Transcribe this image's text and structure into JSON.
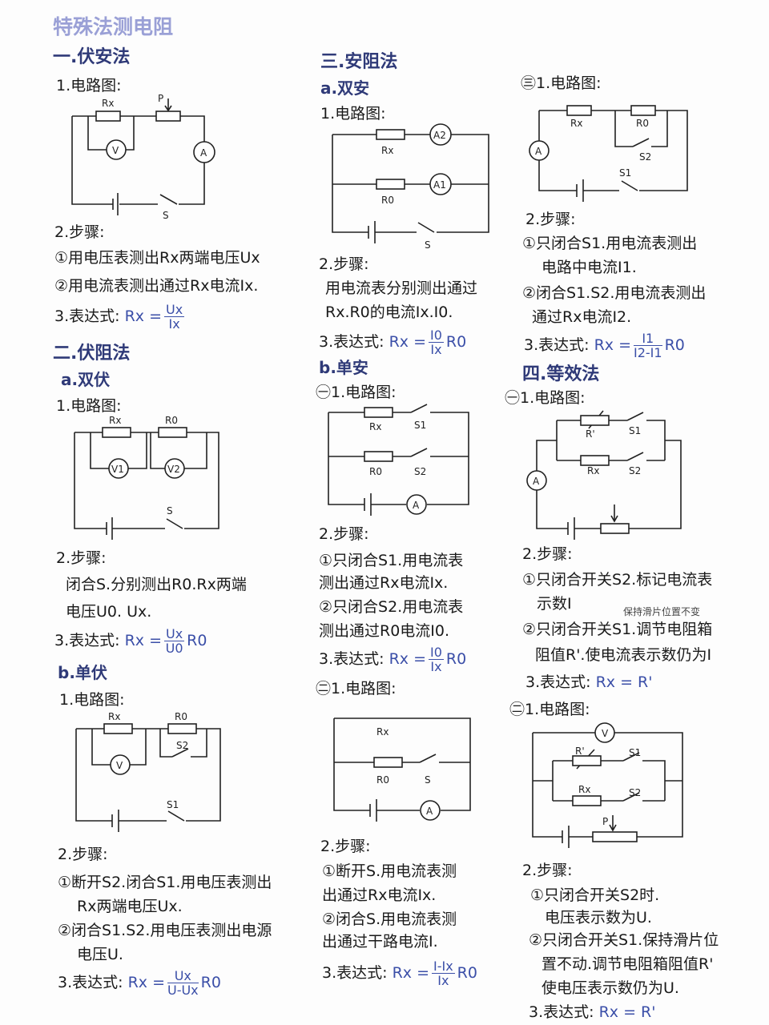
{
  "title": "特殊法测电阻",
  "s1": {
    "heading": "一.伏安法",
    "diagram": "1.电路图:",
    "steps": "2.步骤:",
    "step1": "①用电压表测出Rx两端电压Ux",
    "step2": "②用电流表测出通过Rx电流Ix.",
    "expr_label": "3.表达式:",
    "expr_lhs": "Rx =",
    "expr_num": "Ux",
    "expr_den": "Ix",
    "circuit": {
      "rx": "Rx",
      "p": "P",
      "v": "V",
      "a": "A",
      "s": "S"
    }
  },
  "s2": {
    "heading": "二.伏阻法",
    "a": {
      "heading": "a.双伏",
      "diagram": "1.电路图:",
      "steps": "2.步骤:",
      "line1": "闭合S.分别测出R0.Rx两端",
      "line2": "电压U0. Ux.",
      "expr_label": "3.表达式:",
      "expr_lhs": "Rx =",
      "expr_num": "Ux",
      "expr_den": "U0",
      "expr_tail": "R0",
      "circuit": {
        "rx": "Rx",
        "r0": "R0",
        "v1": "V1",
        "v2": "V2",
        "s": "S"
      }
    },
    "b": {
      "heading": "b.单伏",
      "diagram": "1.电路图:",
      "steps": "2.步骤:",
      "line1": "①断开S2.闭合S1.用电压表测出",
      "line2": "Rx两端电压Ux.",
      "line3": "②闭合S1.S2.用电压表测出电源",
      "line4": "电压U.",
      "expr_label": "3.表达式:",
      "expr_lhs": "Rx =",
      "expr_num": "Ux",
      "expr_den": "U-Ux",
      "expr_tail": "R0",
      "circuit": {
        "rx": "Rx",
        "r0": "R0",
        "v": "V",
        "s1": "S1",
        "s2": "S2"
      }
    }
  },
  "s3": {
    "heading": "三.安阻法",
    "a": {
      "heading": "a.双安",
      "diagram": "1.电路图:",
      "steps": "2.步骤:",
      "line1": "用电流表分别测出通过",
      "line2": "Rx.R0的电流Ix.I0.",
      "expr_label": "3.表达式:",
      "expr_lhs": "Rx =",
      "expr_num": "I0",
      "expr_den": "Ix",
      "expr_tail": "R0",
      "circuit": {
        "rx": "Rx",
        "r0": "R0",
        "a1": "A1",
        "a2": "A2",
        "s": "S"
      }
    },
    "b": {
      "heading": "b.单安",
      "m1": {
        "diagram": "㊀1.电路图:",
        "steps": "2.步骤:",
        "line1": "①只闭合S1.用电流表",
        "line2": "测出通过Rx电流Ix.",
        "line3": "②只闭合S2.用电流表",
        "line4": "测出通过R0电流I0.",
        "expr_label": "3.表达式:",
        "expr_lhs": "Rx =",
        "expr_num": "I0",
        "expr_den": "Ix",
        "expr_tail": "R0",
        "circuit": {
          "rx": "Rx",
          "r0": "R0",
          "s1": "S1",
          "s2": "S2",
          "a": "A"
        }
      },
      "m2": {
        "diagram": "㊁1.电路图:",
        "steps": "2.步骤:",
        "line1": "①断开S.用电流表测",
        "line2": "出通过Rx电流Ix.",
        "line3": "②闭合S.用电流表测",
        "line4": "出通过干路电流I.",
        "expr_label": "3.表达式:",
        "expr_lhs": "Rx =",
        "expr_num": "I-Ix",
        "expr_den": "Ix",
        "expr_tail": "R0",
        "circuit": {
          "rx": "Rx",
          "r0": "R0",
          "s": "S",
          "a": "A"
        }
      },
      "m3": {
        "diagram": "㊂1.电路图:",
        "steps": "2.步骤:",
        "line1": "①只闭合S1.用电流表测出",
        "line2": "电路中电流I1.",
        "line3": "②闭合S1.S2.用电流表测出",
        "line4": "通过Rx电流I2.",
        "expr_label": "3.表达式:",
        "expr_lhs": "Rx =",
        "expr_num": "I1",
        "expr_den": "I2-I1",
        "expr_tail": "R0",
        "circuit": {
          "rx": "Rx",
          "r0": "R0",
          "s1": "S1",
          "s2": "S2",
          "a": "A"
        }
      }
    }
  },
  "s4": {
    "heading": "四.等效法",
    "m1": {
      "diagram": "㊀1.电路图:",
      "steps": "2.步骤:",
      "line1": "①只闭合开关S2.标记电流表",
      "line2": "示数I",
      "note": "保持滑片位置不变",
      "line3": "②只闭合开关S1.调节电阻箱",
      "line4": "阻值R'.使电流表示数仍为I",
      "expr_label": "3.表达式:",
      "expr": "Rx = R'",
      "circuit": {
        "rp": "R'",
        "rx": "Rx",
        "s1": "S1",
        "s2": "S2",
        "a": "A"
      }
    },
    "m2": {
      "diagram": "㊁1.电路图:",
      "steps": "2.步骤:",
      "line1": "①只闭合开关S2时.",
      "line2": "电压表示数为U.",
      "line3": "②只闭合开关S1.保持滑片位",
      "line4": "置不动.调节电阻箱阻值R'",
      "line5": "使电压表示数仍为U.",
      "expr_label": "3.表达式:",
      "expr": "Rx = R'",
      "circuit": {
        "rp": "R'",
        "rx": "Rx",
        "s1": "S1",
        "s2": "S2",
        "v": "V",
        "p": "P"
      }
    }
  }
}
